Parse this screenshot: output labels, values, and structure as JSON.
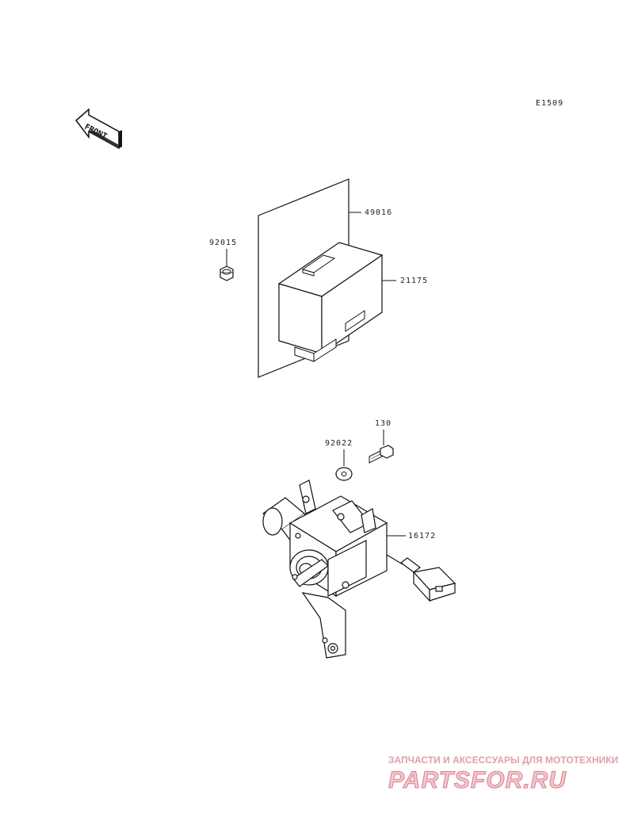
{
  "diagram_code": "E1509",
  "front_label": "FRONT",
  "parts": {
    "sheet": "49016",
    "module": "21175",
    "nut": "92015",
    "washer": "92022",
    "bolt": "130",
    "actuator": "16172"
  },
  "watermark": {
    "tagline": "ЗАПЧАСТИ И АКСЕССУАРЫ ДЛЯ МОТОТЕХНИКИ",
    "brand": "PARTSFOR.RU"
  }
}
